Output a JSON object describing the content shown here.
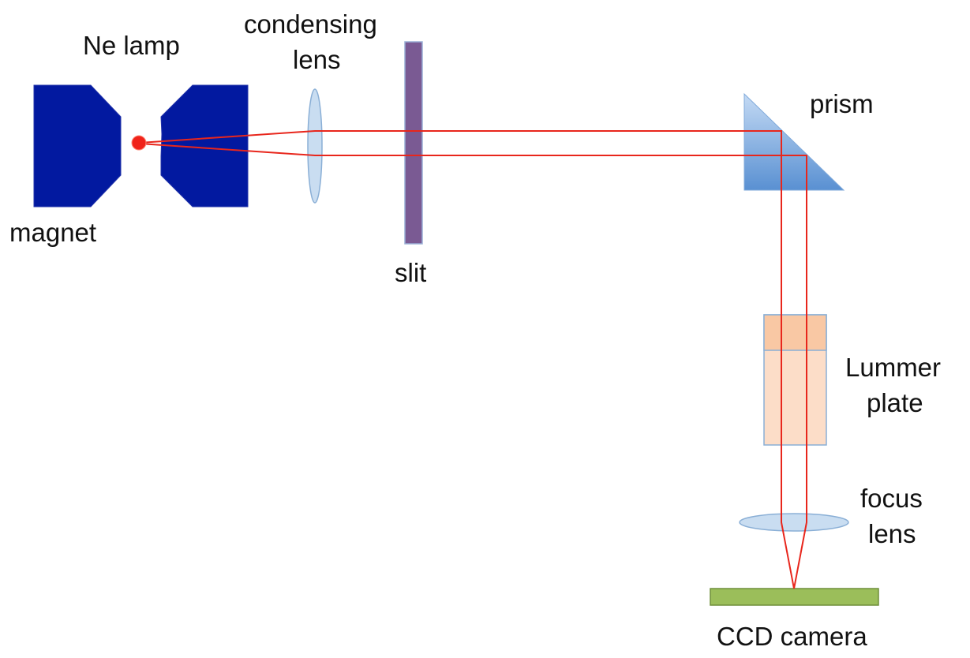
{
  "labels": {
    "ne_lamp": "Ne lamp",
    "condensing_line1": "condensing",
    "condensing_line2": "lens",
    "magnet": "magnet",
    "slit": "slit",
    "prism": "prism",
    "lummer_line1": "Lummer",
    "lummer_line2": "plate",
    "focus_line1": "focus",
    "focus_line2": "lens",
    "ccd": "CCD camera"
  },
  "colors": {
    "magnet": "#0219A0",
    "lamp": "#F0231A",
    "beam": "#E8261C",
    "lens": "#C9DDF1",
    "lens_stroke": "#8AAFD6",
    "slit": "#7A5A93",
    "prism_light": "#BFD6F2",
    "prism_dark": "#5E93D3",
    "lummer_top": "#F9C8A4",
    "lummer_body": "#FCDDC8",
    "ccd": "#9BBE5A",
    "ccd_stroke": "#6F8F3A"
  }
}
